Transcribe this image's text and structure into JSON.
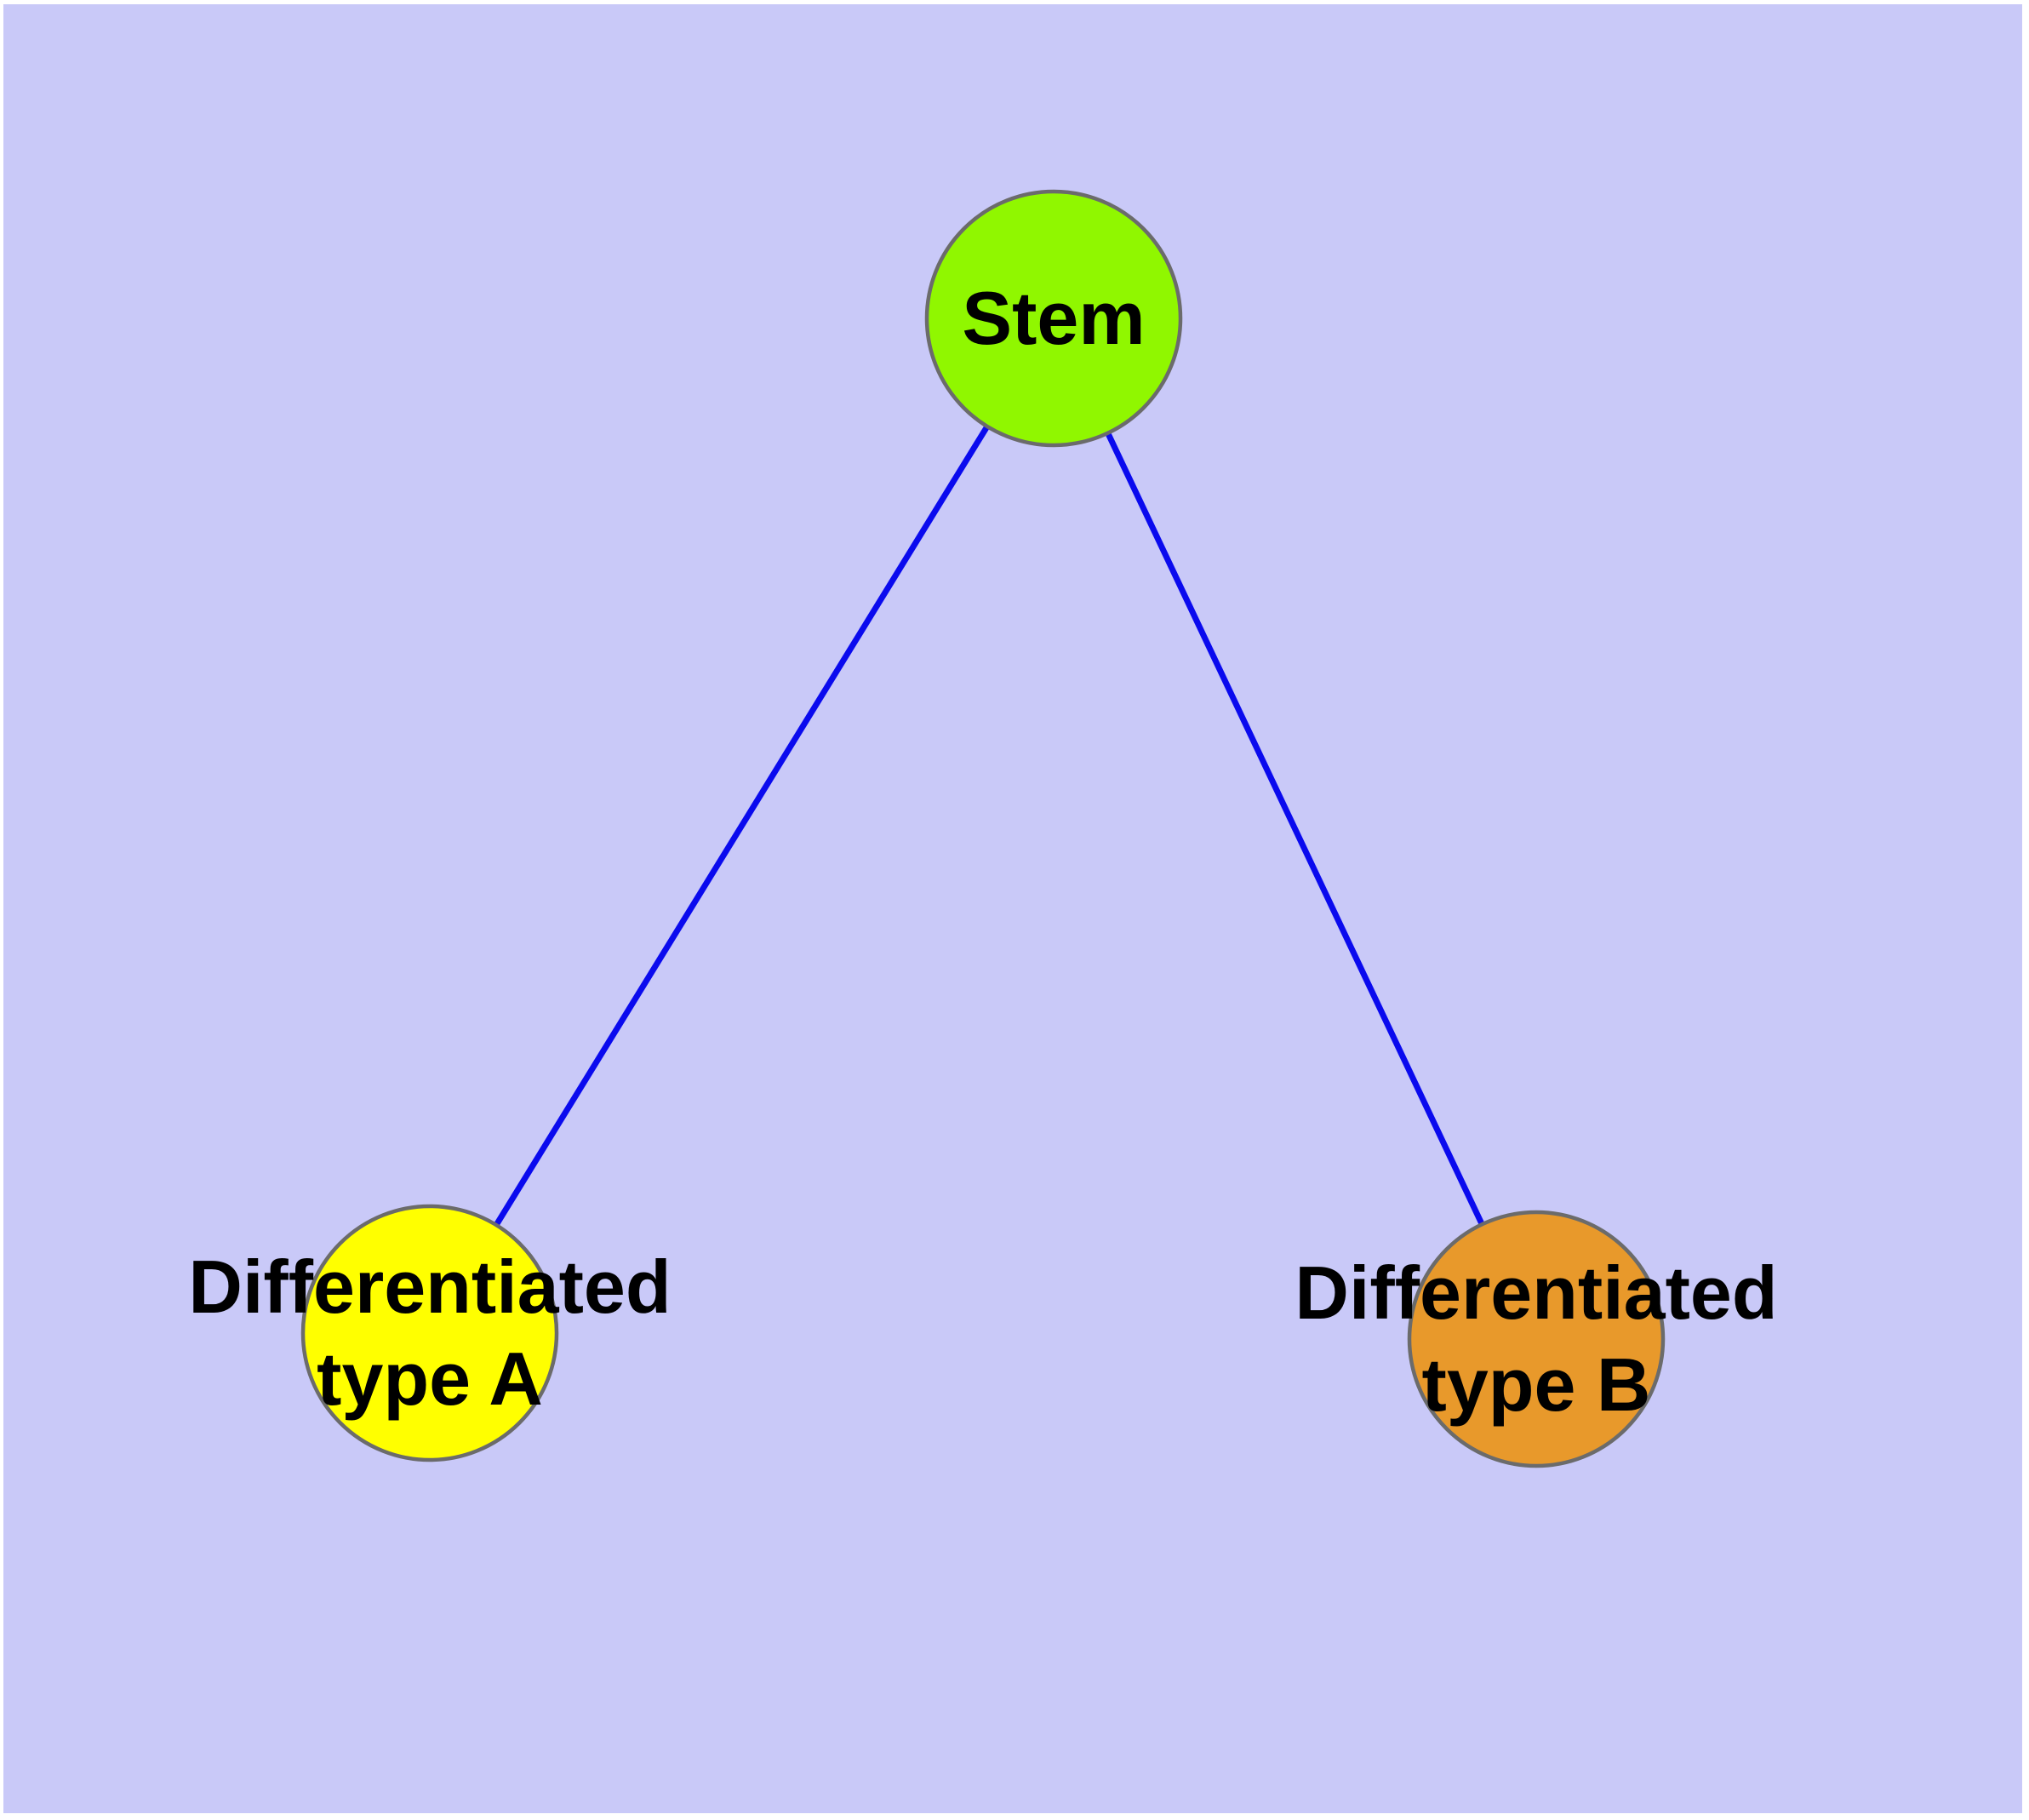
{
  "diagram": {
    "type": "graph",
    "frame_color": "#FFFFFF",
    "background_color": "#C9C9F8",
    "edge_color": "#0A0AEE",
    "node_border_color": "#6B6B6B",
    "text_color": "#000000",
    "nodes": {
      "stem": {
        "label": "Stem",
        "fill_color": "#90F700"
      },
      "type_a": {
        "label_line1": "Differentiated",
        "label_line2": "type A",
        "fill_color": "#FFFF00"
      },
      "type_b": {
        "label_line1": "Differentiated",
        "label_line2": "type B",
        "fill_color": "#E8992B"
      }
    },
    "edges": [
      {
        "from": "Stem",
        "to": "Differentiated type A"
      },
      {
        "from": "Stem",
        "to": "Differentiated type B"
      }
    ]
  }
}
